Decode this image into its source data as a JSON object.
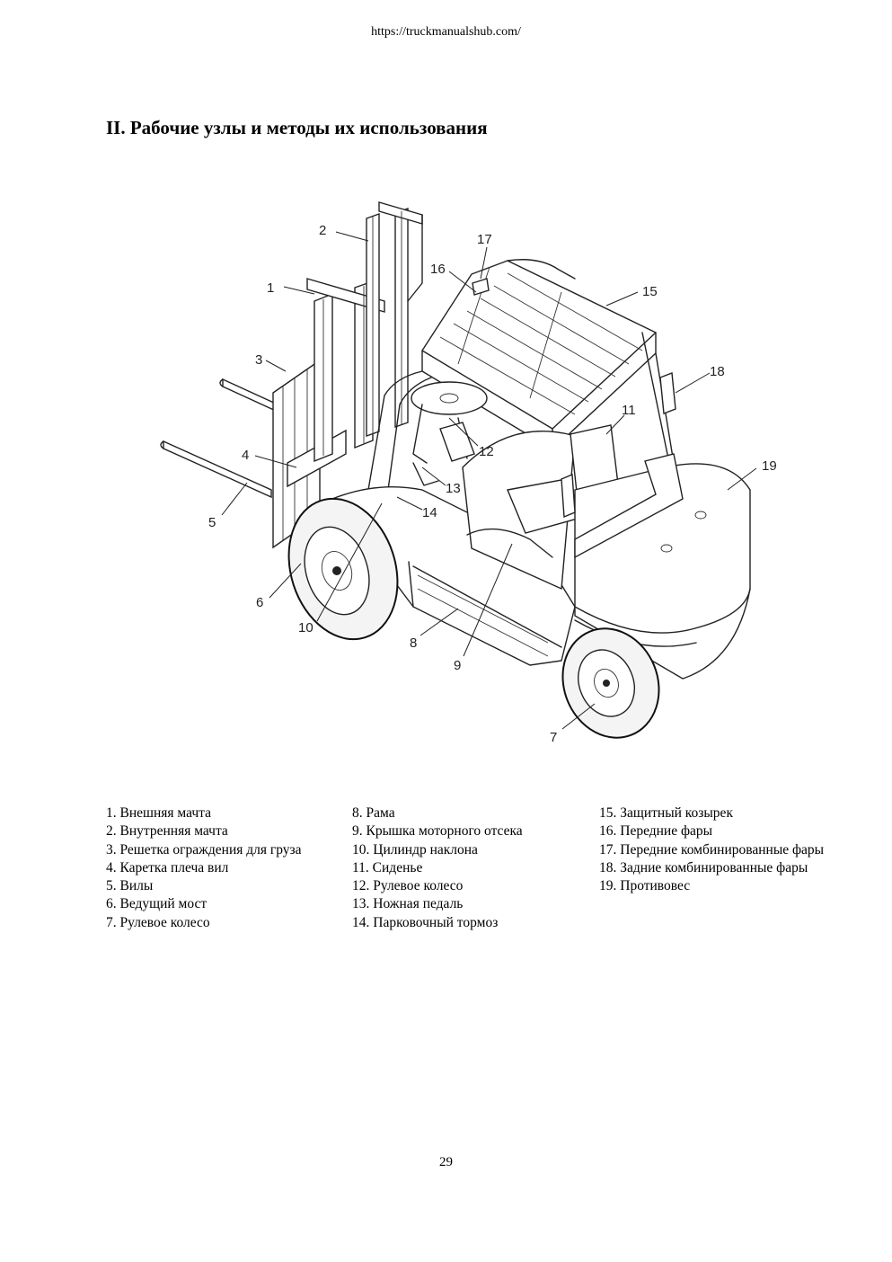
{
  "header": {
    "url": "https://truckmanualshub.com/"
  },
  "title": "II. Рабочие узлы и методы их использования",
  "figure": {
    "callouts": [
      "1",
      "2",
      "3",
      "4",
      "5",
      "6",
      "7",
      "8",
      "9",
      "10",
      "11",
      "12",
      "13",
      "14",
      "15",
      "16",
      "17",
      "18",
      "19"
    ]
  },
  "legend": {
    "columns": [
      [
        "1. Внешняя мачта",
        "2. Внутренняя мачта",
        "3. Решетка ограждения для груза",
        "4. Каретка плеча вил",
        "5. Вилы",
        "6. Ведущий мост",
        "7. Рулевое колесо"
      ],
      [
        "8. Рама",
        "9. Крышка моторного отсека",
        "10. Цилиндр наклона",
        "11. Сиденье",
        "12. Рулевое колесо",
        "13. Ножная педаль",
        "14. Парковочный тормоз"
      ],
      [
        "15. Защитный козырек",
        "16. Передние фары",
        "17. Передние комбинированные фары",
        "18. Задние комбинированные фары",
        "19. Противовес"
      ]
    ]
  },
  "footer": {
    "page_number": "29"
  }
}
